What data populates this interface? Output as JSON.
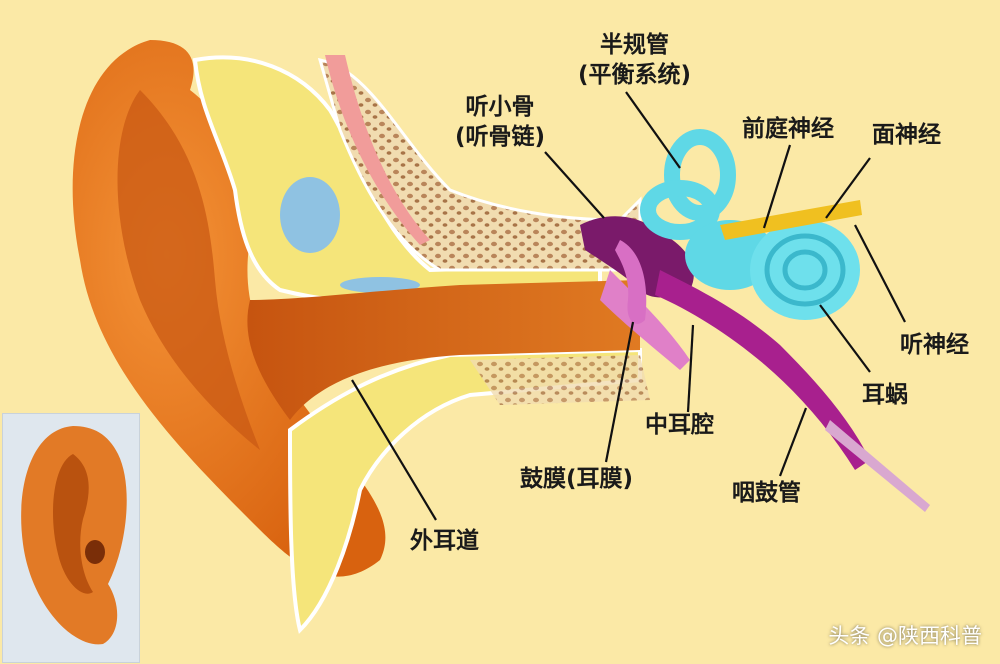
{
  "labels": {
    "semicircular": {
      "line1": "半规管",
      "line2": "(平衡系统)"
    },
    "ossicles": {
      "line1": "听小骨",
      "line2": "(听骨链)"
    },
    "vestibular_nerve": "前庭神经",
    "facial_nerve": "面神经",
    "auditory_nerve": "听神经",
    "cochlea": "耳蜗",
    "middle_ear": "中耳腔",
    "eardrum": "鼓膜(耳膜)",
    "eustachian": "咽鼓管",
    "ear_canal": "外耳道"
  },
  "watermark": "头条 @陕西科普",
  "colors": {
    "background": "#fbe9a6",
    "skin": "#e8751c",
    "skin_dark": "#c2540f",
    "bone": "#f5e57a",
    "spongy_bone": "#d9b98a",
    "ossicles": "#7a1a6a",
    "eardrum": "#e080c8",
    "inner_ear": "#5fd8e6",
    "nerve": "#f0c020"
  }
}
